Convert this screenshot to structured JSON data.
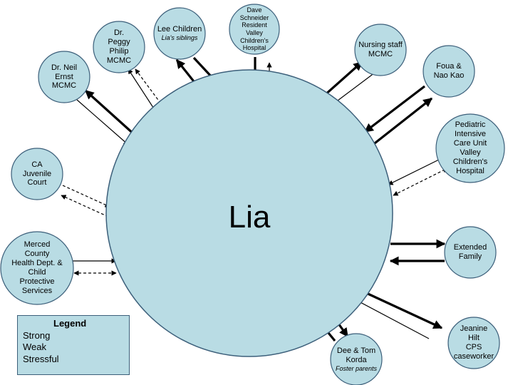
{
  "center": {
    "label": "Lia"
  },
  "nodes": [
    {
      "id": "dr-neil",
      "lines": [
        "Dr. Neil",
        "Ernst",
        "MCMC"
      ]
    },
    {
      "id": "dr-peggy",
      "lines": [
        "Dr.",
        "Peggy",
        "Philip",
        "MCMC"
      ]
    },
    {
      "id": "lee-children",
      "lines": [
        "Lee Children"
      ],
      "subtitle": "Lia's siblings"
    },
    {
      "id": "dave-schneider",
      "lines": [
        "Dave",
        "Schneider",
        "Resident",
        "Valley",
        "Children's",
        "Hospital"
      ]
    },
    {
      "id": "nursing-staff",
      "lines": [
        "Nursing staff",
        "MCMC"
      ]
    },
    {
      "id": "foua-nao-kao",
      "lines": [
        "Foua &",
        "Nao Kao"
      ]
    },
    {
      "id": "picu",
      "lines": [
        "Pediatric",
        "Intensive",
        "Care Unit",
        "Valley",
        "Children's",
        "Hospital"
      ]
    },
    {
      "id": "extended-family",
      "lines": [
        "Extended",
        "Family"
      ]
    },
    {
      "id": "jeanine-hilt",
      "lines": [
        "Jeanine",
        "Hilt",
        "CPS",
        "caseworker"
      ]
    },
    {
      "id": "dee-tom-korda",
      "lines": [
        "Dee & Tom",
        "Korda"
      ],
      "subtitle": "Foster parents"
    },
    {
      "id": "merced-county",
      "lines": [
        "Merced",
        "County",
        "Health Dept. &",
        "Child",
        "Protective",
        "Services"
      ]
    },
    {
      "id": "ca-juvenile-court",
      "lines": [
        "CA",
        "Juvenile",
        "Court"
      ]
    }
  ],
  "legend": {
    "title": "Legend",
    "items": [
      {
        "label": "Strong",
        "style": "strong"
      },
      {
        "label": "Weak",
        "style": "weak"
      },
      {
        "label": "Stressful",
        "style": "stressful"
      }
    ]
  },
  "colors": {
    "circle_fill": "#b9dce4",
    "circle_stroke": "#3c5f7a",
    "line": "#000000"
  }
}
